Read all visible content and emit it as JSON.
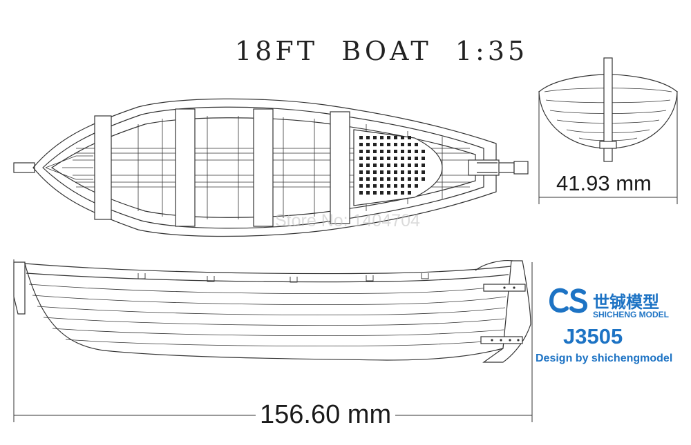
{
  "title": "18FT  BOAT  1:35",
  "dimensions": {
    "width": "41.93 mm",
    "length": "156.60 mm"
  },
  "watermark": "Store No: 1404704",
  "brand": {
    "name_cn": "世铖模型",
    "name_en": "SHICHENG MODEL",
    "model_code": "J3505",
    "designer": "Design by shichengmodel",
    "color": "#1d73c4"
  },
  "line_color": "#333333"
}
